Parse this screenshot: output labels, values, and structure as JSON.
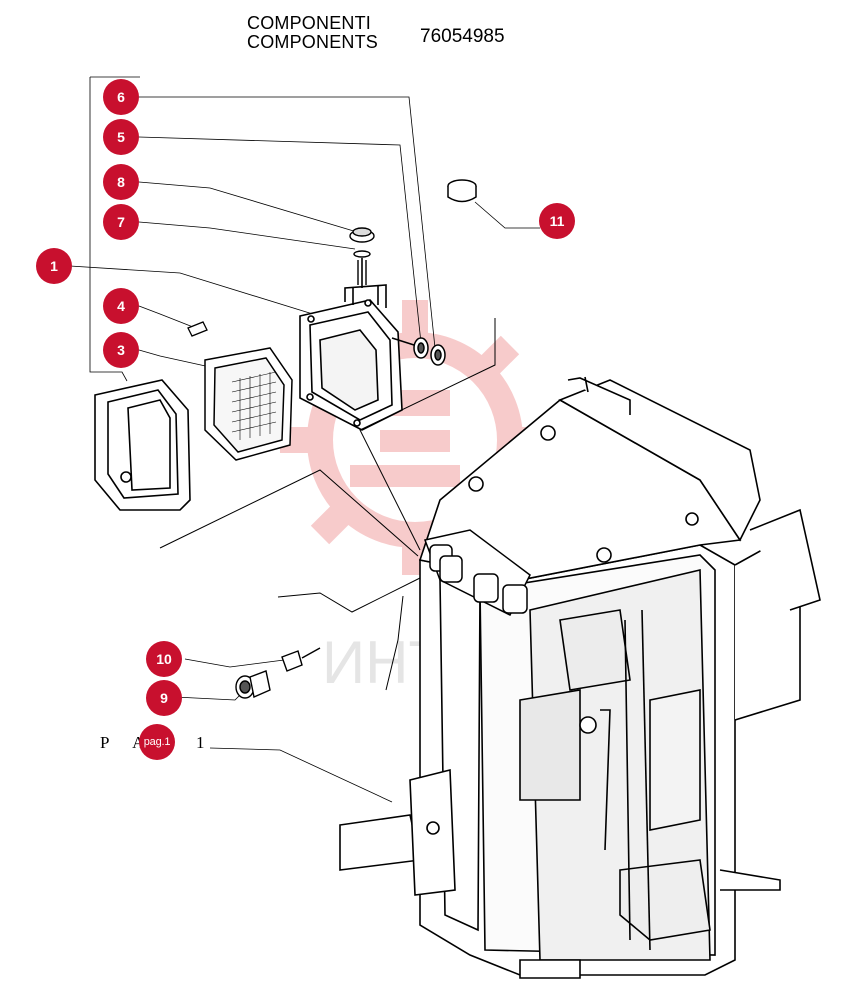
{
  "header": {
    "line1": "COMPONENTI",
    "line2": "COMPONENTS",
    "part_number": "76054985"
  },
  "callouts": {
    "c1": "1",
    "c3": "3",
    "c4": "4",
    "c5": "5",
    "c6": "6",
    "c7": "7",
    "c8": "8",
    "c9": "9",
    "c10": "10",
    "c11": "11",
    "pag": "pag.1"
  },
  "page_ref": {
    "prefix": "P A",
    "number": "1"
  },
  "watermark": {
    "text": "ИНТЕК"
  },
  "colors": {
    "callout": "#c8102e",
    "watermark": "#f3b4b4"
  }
}
